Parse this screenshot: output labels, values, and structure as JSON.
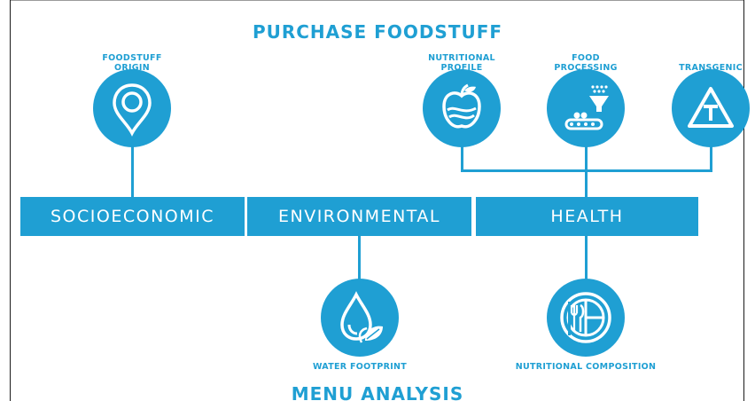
{
  "title_top": "PURCHASE FOODSTUFF",
  "title_bottom": "MENU ANALYSIS",
  "categories": {
    "socioeconomic": "SOCIOECONOMIC",
    "environmental": "ENVIRONMENTAL",
    "health": "HEALTH"
  },
  "nodes": {
    "foodstuff_origin": {
      "line1": "FOODSTUFF",
      "line2": "ORIGIN",
      "icon": "map-pin-icon"
    },
    "nutritional_profile": {
      "line1": "NUTRITIONAL",
      "line2": "PROFILE",
      "icon": "apple-icon"
    },
    "food_processing": {
      "line1": "FOOD",
      "line2": "PROCESSING",
      "icon": "funnel-conveyor-icon"
    },
    "transgenic": {
      "line1": "TRANSGENIC",
      "icon": "warning-t-icon"
    },
    "water_footprint": {
      "line1": "WATER FOOTPRINT",
      "icon": "water-drop-leaf-icon"
    },
    "nutritional_composition": {
      "line1": "NUTRITIONAL COMPOSITION",
      "icon": "plate-cutlery-icon"
    }
  },
  "colors": {
    "accent": "#1f9fd3",
    "background": "#ffffff"
  }
}
